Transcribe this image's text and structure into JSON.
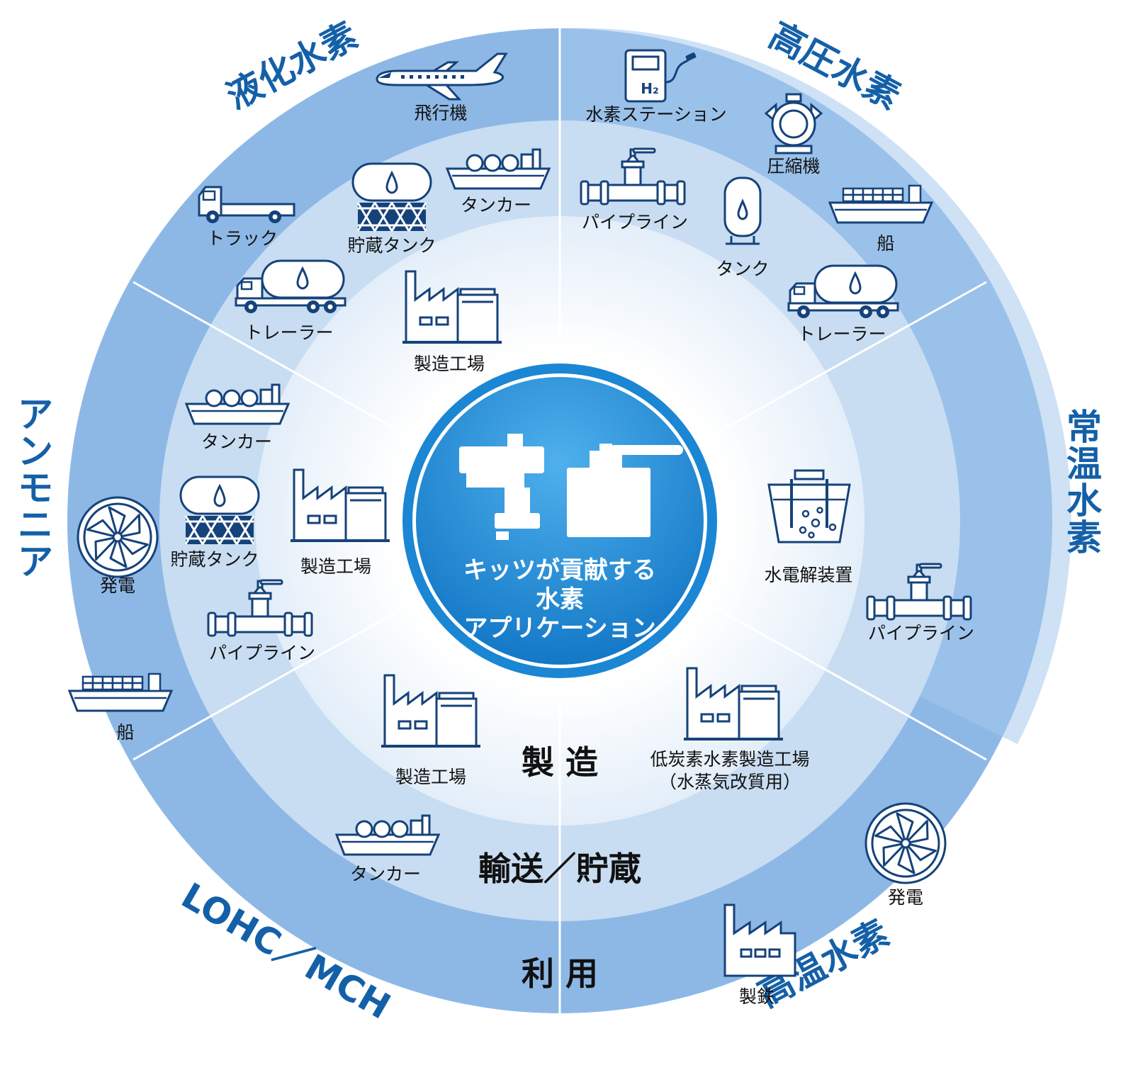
{
  "center": {
    "line1": "キッツが貢献する",
    "line2": "水素",
    "line3": "アプリケーション"
  },
  "rings": {
    "production": "製 造",
    "transport": "輸送／貯蔵",
    "use": "利 用"
  },
  "categories": {
    "liquefied": "液化水素",
    "high_pressure": "高圧水素",
    "normal_temp": "常温水素",
    "high_temp": "高温水素",
    "lohc": "LOHC／MCH",
    "ammonia": "アンモニア"
  },
  "items": {
    "airplane": "飛行機",
    "truck": "トラック",
    "storage_tank_liq": "貯蔵タンク",
    "tanker_liq": "タンカー",
    "trailer_liq": "トレーラー",
    "factory_liq": "製造工場",
    "h2_station": "水素ステーション",
    "h2_station_glyph": "H₂",
    "compressor": "圧縮機",
    "pipeline_hp": "パイプライン",
    "tank_hp": "タンク",
    "ship_hp": "船",
    "trailer_hp": "トレーラー",
    "electrolyzer": "水電解装置",
    "pipeline_nt": "パイプライン",
    "lowcarbon_line1": "低炭素水素製造工場",
    "lowcarbon_line2": "（水蒸気改質用）",
    "power_ht": "発電",
    "steel": "製鉄",
    "factory_lohc": "製造工場",
    "tanker_lohc": "タンカー",
    "tanker_amm": "タンカー",
    "storage_tank_amm": "貯蔵タンク",
    "factory_amm": "製造工場",
    "power_amm": "発電",
    "pipeline_amm": "パイプライン",
    "ship_amm": "船"
  },
  "colors": {
    "outer_ring": "#8db8e6",
    "middle_ring": "#c6dcf2",
    "inner_ring": "#eef5fc",
    "center": "#1a84d1",
    "label_blue": "#1460a8",
    "icon_navy": "#15427a"
  }
}
